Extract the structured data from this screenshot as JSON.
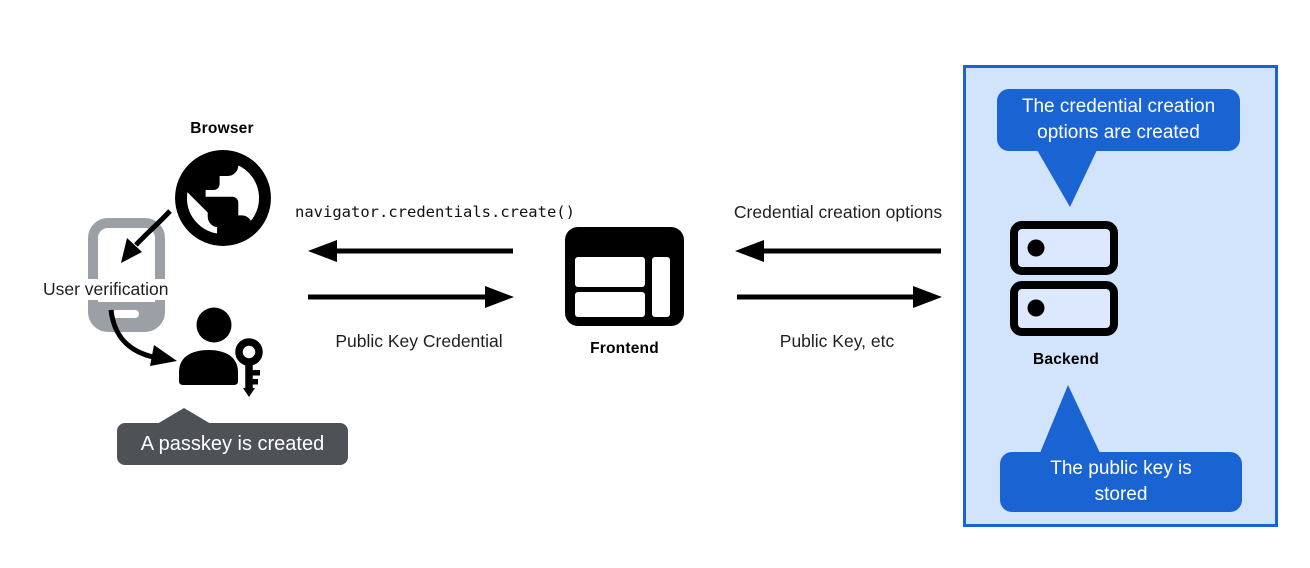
{
  "browser_section": {
    "browser_label": "Browser",
    "user_verification_label": "User verification",
    "passkey_tooltip": "A passkey is created"
  },
  "frontend_section": {
    "frontend_label": "Frontend",
    "call_label": "navigator.credentials.create()",
    "return_label": "Public Key Credential"
  },
  "backend_section": {
    "backend_label": "Backend",
    "request_label": "Credential creation options",
    "response_label": "Public Key, etc",
    "top_tooltip": {
      "line1": "The credential creation",
      "line2": "options are created"
    },
    "bottom_tooltip": {
      "line1": "The public key is",
      "line2": "stored"
    }
  },
  "icons": [
    "globe-icon",
    "smartphone-icon",
    "user-icon",
    "key-icon",
    "browser-window-icon",
    "server-icon"
  ],
  "colors": {
    "accent_blue": "#1a63d2",
    "panel_background": "#d2e3fc",
    "tooltip_gray": "#4e5256",
    "phone_gray": "#9aa0a6",
    "ink": "#000000"
  }
}
